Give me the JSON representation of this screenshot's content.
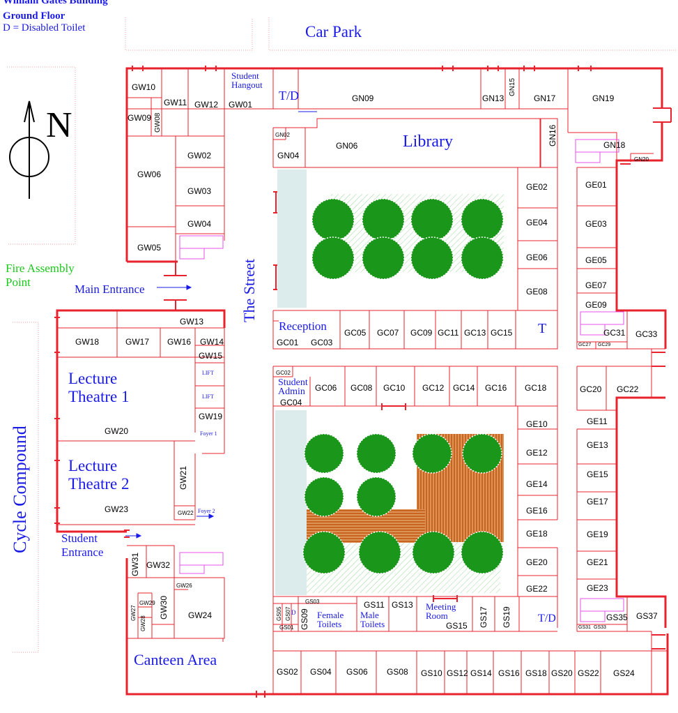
{
  "header": {
    "building": "William Gates Building",
    "floor": "Ground Floor",
    "legend": "D = Disabled Toilet"
  },
  "labels": {
    "car_park": "Car Park",
    "library": "Library",
    "the_street": "The Street",
    "reception": "Reception",
    "student_admin_1": "Student",
    "student_admin_2": "Admin",
    "student_hangout_1": "Student",
    "student_hangout_2": "Hangout",
    "fire_assembly_1": "Fire Assembly",
    "fire_assembly_2": "Point",
    "main_entrance": "Main Entrance",
    "student_entrance_1": "Student",
    "student_entrance_2": "Entrance",
    "cycle_compound": "Cycle Compound",
    "lecture_theatre_1a": "Lecture",
    "lecture_theatre_1b": "Theatre 1",
    "lecture_theatre_2a": "Lecture",
    "lecture_theatre_2b": "Theatre 2",
    "canteen": "Canteen Area",
    "female_toilets_1": "Female",
    "female_toilets_2": "Toilets",
    "male_toilets_1": "Male",
    "male_toilets_2": "Toilets",
    "meeting_room_1": "Meeting",
    "meeting_room_2": "Room",
    "lift_1": "LIFT",
    "lift_2": "LIFT",
    "foyer_1": "Foyer 1",
    "foyer_2": "Foyer 2",
    "td_north": "T/D",
    "td_south": "T/D",
    "t_east": "T",
    "d_mark": "D",
    "north": "N"
  },
  "rooms": {
    "GW10": "GW10",
    "GW09": "GW09",
    "GW08": "GW08",
    "GW11": "GW11",
    "GW12": "GW12",
    "GW01": "GW01",
    "GW02": "GW02",
    "GW03": "GW03",
    "GW04": "GW04",
    "GW05": "GW05",
    "GW06": "GW06",
    "GW13": "GW13",
    "GW14": "GW14",
    "GW15": "GW15",
    "GW16": "GW16",
    "GW17": "GW17",
    "GW18": "GW18",
    "GW19": "GW19",
    "GW20": "GW20",
    "GW21": "GW21",
    "GW22": "GW22",
    "GW23": "GW23",
    "GW24": "GW24",
    "GW26": "GW26",
    "GW27": "GW27",
    "GW28": "GW28",
    "GW29": "GW29",
    "GW30": "GW30",
    "GW31": "GW31",
    "GW32": "GW32",
    "GN02": "GN02",
    "GN04": "GN04",
    "GN06": "GN06",
    "GN09": "GN09",
    "GN13": "GN13",
    "GN15": "GN15",
    "GN16": "GN16",
    "GN17": "GN17",
    "GN18": "GN18",
    "GN19": "GN19",
    "GN20": "GN20",
    "GE01": "GE01",
    "GE02": "GE02",
    "GE03": "GE03",
    "GE04": "GE04",
    "GE05": "GE05",
    "GE06": "GE06",
    "GE07": "GE07",
    "GE08": "GE08",
    "GE09": "GE09",
    "GE10": "GE10",
    "GE11": "GE11",
    "GE12": "GE12",
    "GE13": "GE13",
    "GE14": "GE14",
    "GE15": "GE15",
    "GE16": "GE16",
    "GE17": "GE17",
    "GE18": "GE18",
    "GE19": "GE19",
    "GE20": "GE20",
    "GE21": "GE21",
    "GE22": "GE22",
    "GE23": "GE23",
    "GC01": "GC01",
    "GC02": "GC02",
    "GC03": "GC03",
    "GC04": "GC04",
    "GC05": "GC05",
    "GC06": "GC06",
    "GC07": "GC07",
    "GC08": "GC08",
    "GC09": "GC09",
    "GC10": "GC10",
    "GC11": "GC11",
    "GC12": "GC12",
    "GC13": "GC13",
    "GC14": "GC14",
    "GC15": "GC15",
    "GC16": "GC16",
    "GC18": "GC18",
    "GC20": "GC20",
    "GC22": "GC22",
    "GC27": "GC27",
    "GC29": "GC29",
    "GC31": "GC31",
    "GC33": "GC33",
    "GS01": "GS01",
    "GS02": "GS02",
    "GS03": "GS03",
    "GS04": "GS04",
    "GS05": "GS05",
    "GS06": "GS06",
    "GS07": "GS07",
    "GS08": "GS08",
    "GS09": "GS09",
    "GS10": "GS10",
    "GS11": "GS11",
    "GS12": "GS12",
    "GS13": "GS13",
    "GS14": "GS14",
    "GS15": "GS15",
    "GS16": "GS16",
    "GS17": "GS17",
    "GS18": "GS18",
    "GS19": "GS19",
    "GS20": "GS20",
    "GS22": "GS22",
    "GS24": "GS24",
    "GS31": "GS31",
    "GS33": "GS33",
    "GS35": "GS35",
    "GS37": "GS37"
  },
  "colors": {
    "wall": "#e8232e",
    "text_blue": "#1a1ae6",
    "fire_green": "#1ac81a",
    "tree": "#1a961a",
    "deck": "#c8641e",
    "path": "#dcecec",
    "toilet": "#e650e6"
  }
}
